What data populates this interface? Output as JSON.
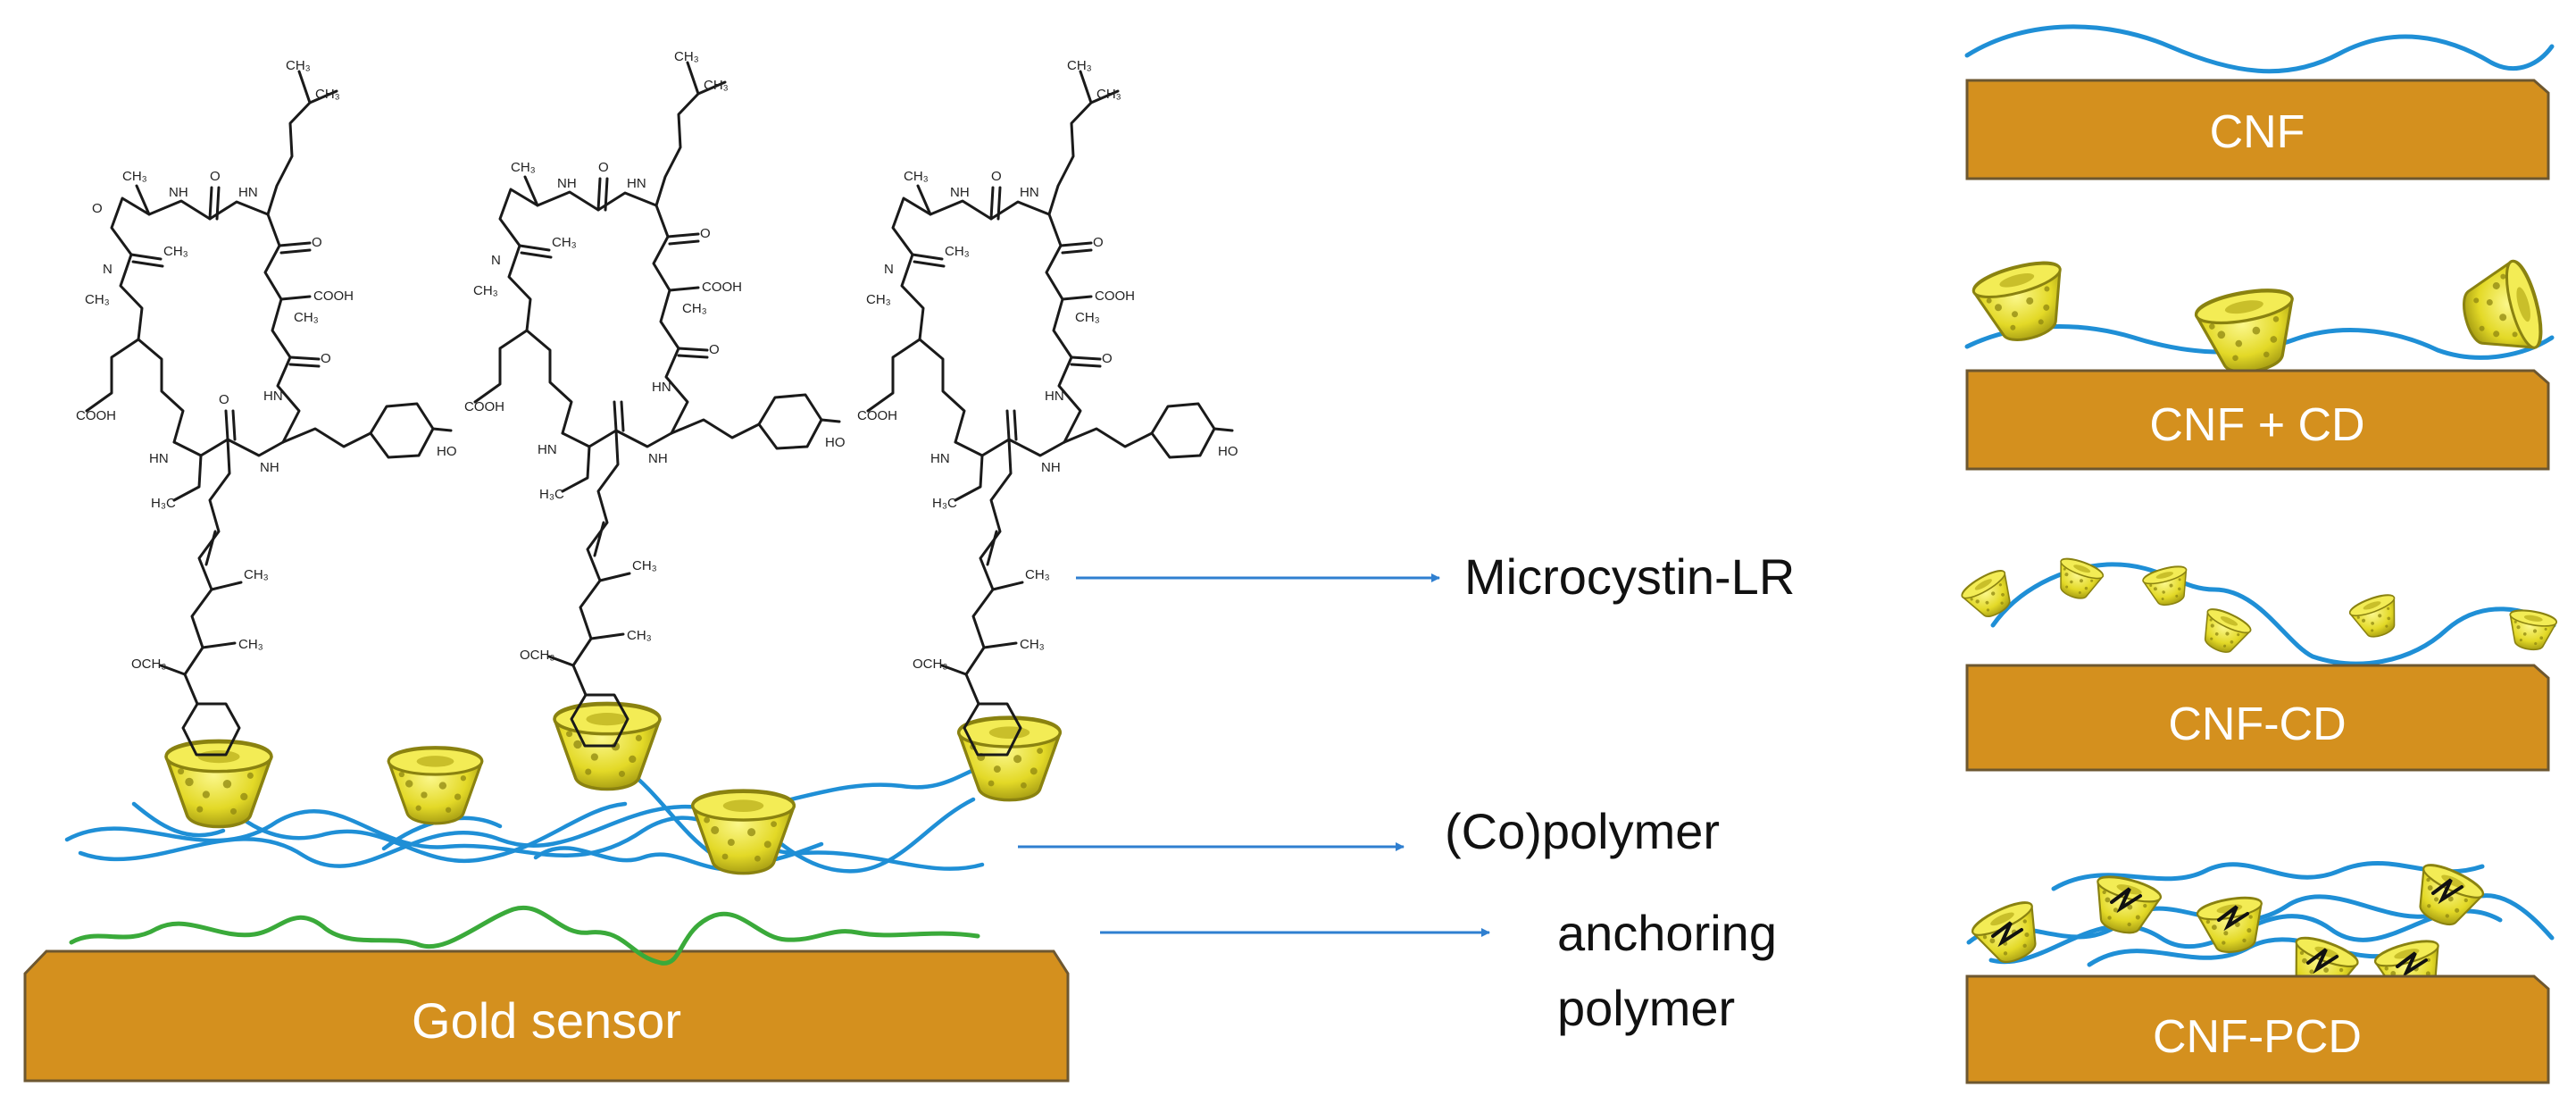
{
  "colors": {
    "gold": "#d4901e",
    "gold_edge": "#7a5a20",
    "copolymer": "#1f8fd6",
    "anchoring_polymer": "#3aaa3a",
    "cyclodextrin": "#e8e02a",
    "arrow": "#2f7fd0"
  },
  "icons": {
    "cyclodextrin": "cyclodextrin-cone-icon",
    "microcystin": "microcystin-structure-icon"
  },
  "sensor": {
    "label": "Gold sensor"
  },
  "callouts": {
    "microcystin": "Microcystin-LR",
    "copolymer": "(Co)polymer",
    "anchoring_line1": "anchoring",
    "anchoring_line2": "polymer"
  },
  "chem_labels": {
    "ch3": "CH₃",
    "h3c": "H₃C",
    "cooh": "COOH",
    "och3": "OCH₃",
    "ho": "HO",
    "nh": "NH",
    "hn": "HN",
    "n": "N",
    "o": "O"
  },
  "variants": [
    {
      "label": "CNF"
    },
    {
      "label": "CNF + CD"
    },
    {
      "label": "CNF-CD"
    },
    {
      "label": "CNF-PCD"
    }
  ]
}
